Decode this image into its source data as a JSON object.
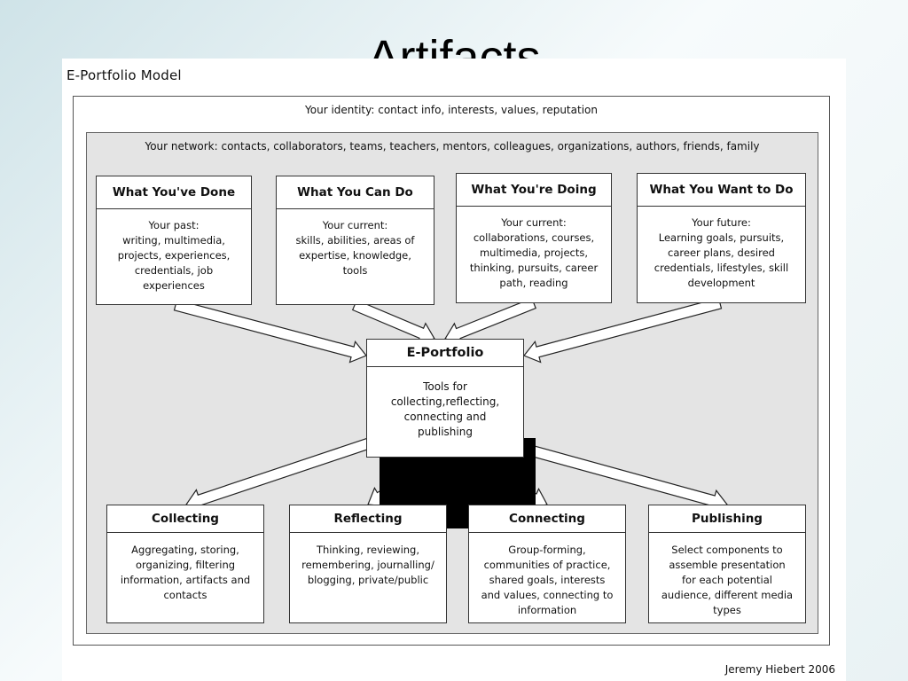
{
  "slide": {
    "title": "Artifacts"
  },
  "figure": {
    "title": "E-Portfolio Model",
    "identity_label": "Your identity:  contact info, interests, values, reputation",
    "network_label": "Your network:  contacts, collaborators, teams, teachers, mentors, colleagues, organizations, authors, friends, family",
    "credit": "Jeremy Hiebert 2006"
  },
  "top_boxes": [
    {
      "title": "What You've Done",
      "body": "Your past:\nwriting, multimedia,\nprojects, experiences,\ncredentials, job\nexperiences"
    },
    {
      "title": "What You Can Do",
      "body": "Your current:\nskills, abilities, areas of\nexpertise, knowledge,\ntools"
    },
    {
      "title": "What You're Doing",
      "body": "Your current:\ncollaborations, courses,\nmultimedia, projects,\nthinking, pursuits, career\npath, reading"
    },
    {
      "title": "What You Want to Do",
      "body": "Your future:\nLearning goals, pursuits,\ncareer plans, desired\ncredentials, lifestyles, skill\ndevelopment"
    }
  ],
  "center_box": {
    "title": "E-Portfolio",
    "body": "Tools for\ncollecting,reflecting,\nconnecting and\npublishing"
  },
  "bottom_boxes": [
    {
      "title": "Collecting",
      "body": "Aggregating, storing,\norganizing, filtering\ninformation, artifacts and\ncontacts"
    },
    {
      "title": "Reflecting",
      "body": "Thinking, reviewing,\nremembering, journalling/\nblogging, private/public"
    },
    {
      "title": "Connecting",
      "body": "Group-forming,\ncommunities of practice,\nshared goals, interests\nand values, connecting to\ninformation"
    },
    {
      "title": "Publishing",
      "body": "Select components to\nassemble presentation\nfor each potential\naudience, different media\ntypes"
    }
  ]
}
